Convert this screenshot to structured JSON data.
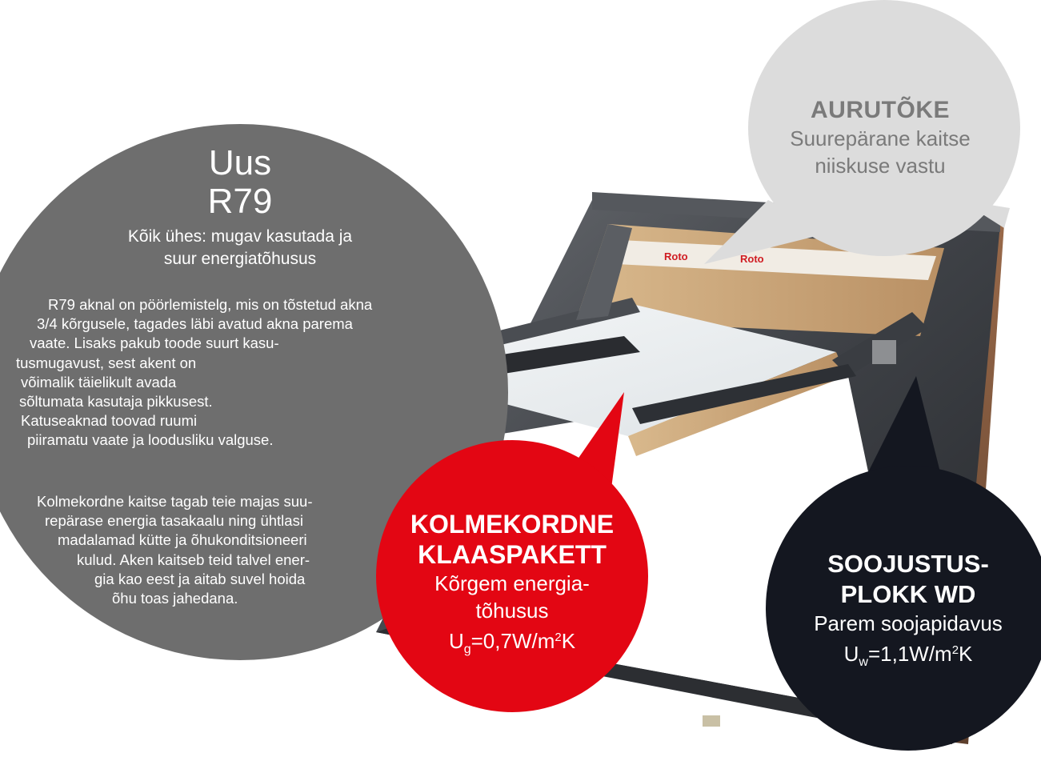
{
  "colors": {
    "grey_bubble": "#6e6e6e",
    "light_bubble": "#dcdcdc",
    "red_bubble": "#e30613",
    "dark_bubble": "#141720"
  },
  "intro": {
    "title_line1": "Uus",
    "title_line2": "R79",
    "subtitle_line1": "Kõik ühes: mugav kasutada ja",
    "subtitle_line2": "suur energiatõhusus",
    "paragraph1": [
      "R79 aknal on pöörlemistelg, mis on tõstetud akna",
      "3/4 kõrgusele, tagades läbi avatud akna parema",
      "vaate. Lisaks pakub toode suurt kasu-",
      "tusmugavust, sest akent on",
      "võimalik täielikult avada",
      "sõltumata kasutaja pikkusest.",
      "Katuseaknad toovad ruumi",
      "piiramatu vaate ja loodusliku valguse."
    ],
    "paragraph2": [
      "Kolmekordne kaitse tagab teie majas suu-",
      "repärase energia tasakaalu ning ühtlasi",
      "madalamad kütte ja õhukonditsioneeri",
      "kulud. Aken kaitseb teid talvel ener-",
      "gia kao eest ja aitab suvel hoida",
      "õhu toas jahedana."
    ]
  },
  "vapor_bubble": {
    "title": "AURUTÕKE",
    "line1": "Suurepärane kaitse",
    "line2": "niiskuse vastu"
  },
  "glass_bubble": {
    "title_line1": "KOLMEKORDNE",
    "title_line2": "KLAASPAKETT",
    "line1": "Kõrgem energia-",
    "line2": "tõhusus",
    "formula_symbol": "U",
    "formula_subscript": "g",
    "formula_value": "=0,7W/m",
    "formula_superscript": "2",
    "formula_unit_end": "K"
  },
  "insulation_bubble": {
    "title_line1": "SOOJUSTUS-",
    "title_line2": "PLOKK WD",
    "line1": "Parem soojapidavus",
    "formula_symbol": "U",
    "formula_subscript": "w",
    "formula_value": "=1,1W/m",
    "formula_superscript": "2",
    "formula_unit_end": "K"
  },
  "window_label": "Roto"
}
